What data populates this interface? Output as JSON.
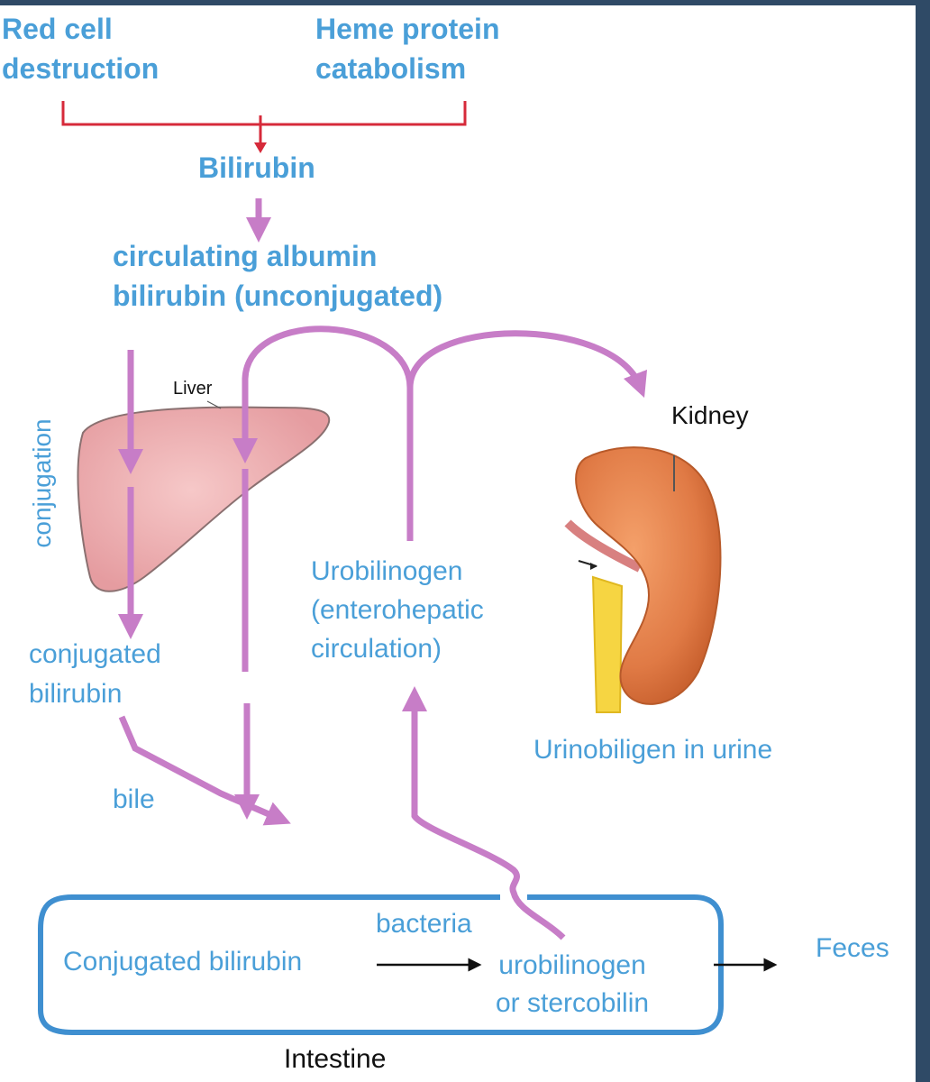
{
  "colors": {
    "blue_text": "#4a9fd8",
    "purple_arrow": "#c77dc7",
    "red_line": "#d62a3a",
    "intestine_border": "#3f8fd0",
    "frame": "#2f4a66"
  },
  "labels": {
    "red_cell": "Red cell\ndestruction",
    "heme": "Heme protein\ncatabolism",
    "bilirubin": "Bilirubin",
    "circulating": "circulating albumin\nbilirubin (unconjugated)",
    "liver": "Liver",
    "conjugation": "conjugation",
    "conjugated_bilirubin": "conjugated\nbilirubin",
    "bile": "bile",
    "urobilinogen_entero": "Urobilinogen\n(enterohepatic\ncirculation)",
    "kidney": "Kidney",
    "urine": "Urinobiligen in urine",
    "bacteria": "bacteria",
    "intestine_conjugated": "Conjugated bilirubin",
    "intestine_uro": "urobilinogen\nor stercobilin",
    "feces": "Feces",
    "intestine": "Intestine"
  }
}
